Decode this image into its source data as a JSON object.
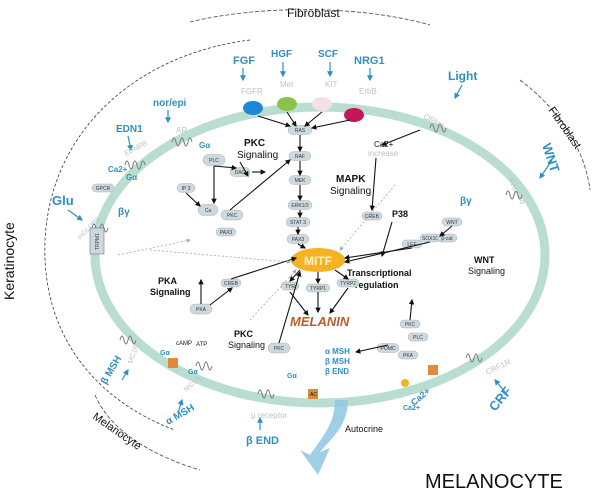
{
  "colors": {
    "membrane": "#b9ddd0",
    "ligand": "#2f8fbf",
    "receptor": "#b9c4c8",
    "node": "#cfd8dc",
    "mitf": "#f5b324",
    "melanin": "#b5602a",
    "arrow_big": "#8ec7e3",
    "channel_box": "#e28a3c"
  },
  "regions": {
    "fibroblast_top": "Fibroblast",
    "fibroblast_right": "Fibroblast",
    "keratinocyte": "Keratinocyte",
    "melanocyte_bottom_left": "Melanocyte",
    "melanocyte_main": "MELANOCYTE"
  },
  "ligands": {
    "fgf": "FGF",
    "hgf": "HGF",
    "scf": "SCF",
    "nrg1": "NRG1",
    "light": "Light",
    "wnt": "WNT",
    "edn1": "EDN1",
    "norlepi": "nor/epi",
    "glu": "Glu",
    "bmsh_left": "β MSH",
    "amsh": "α MSH",
    "bend": "β END",
    "crf": "CRF",
    "ca_ext": "Ca2+"
  },
  "receptors": {
    "fgfr": "FGFR",
    "met": "Met",
    "kit": "KIT",
    "erbb": "ErbB",
    "opn3": "OPN3",
    "frizzled": "Frizzled",
    "ednrb": "EDNRB",
    "ar": "AR",
    "mglur6": "mGLUR6",
    "trpm1": "TRPM1",
    "mc1r_a": "MC1R",
    "mc1r_b": "MC1R",
    "mu_receptor": "μ receptor",
    "crf1r": "CRF1R"
  },
  "nodes": {
    "ras": "RAS",
    "raf": "RAF",
    "mek": "MEK",
    "erk": "ERK1/2",
    "stat3": "STAT 3",
    "pax3": "PAX3",
    "plc_top": "PLC",
    "dag": "DAG",
    "ip3": "IP 3",
    "ca_int": "Ca",
    "pkc_top": "PKC",
    "ga_top": "Gα",
    "ga_left": "Gα",
    "ca2_left": "Ca2+",
    "by_left": "βγ",
    "gpcr_left": "GPCR",
    "ca_increase_1": "Ca2+",
    "ca_increase_2": "increase",
    "p38": "P38",
    "creb_r": "CREB",
    "lef": "LEF",
    "by_right": "βγ",
    "wnt_node": "WNT",
    "b_catenin": "β-cat",
    "sox10": "SOX10",
    "pax3_l": "PAX3",
    "creb_l": "CREB",
    "pka": "PKA",
    "camp": "cAMP",
    "atp": "ATP",
    "ga_pka": "Gα",
    "ga_pka2": "Gα",
    "pkc_bottom": "PKC",
    "ga_bottom": "Gα",
    "pomc": "POMC",
    "pka_right": "PKA",
    "plc_right": "PLC",
    "pkc_right": "PKC",
    "ca2_bottom": "Ca2+",
    "mitf": "MITF",
    "tyr": "TYR",
    "tyrp1": "TYRP1",
    "tyrp2": "TYRP2",
    "melanin": "MELANIN",
    "ac": "AC"
  },
  "pathway_labels": {
    "pkc_top_1": "PKC",
    "pkc_top_2": "Signaling",
    "mapk_1": "MAPK",
    "mapk_2": "Signaling",
    "wnt_1": "WNT",
    "wnt_2": "Signaling",
    "pka_1": "PKA",
    "pka_2": "Signaling",
    "pkc_bot_1": "PKC",
    "pkc_bot_2": "Signaling",
    "tx_1": "Transcriptional",
    "tx_2": "regulation"
  },
  "secreted": {
    "amsh": "α MSH",
    "bmsh": "β MSH",
    "bend": "β END"
  },
  "misc": {
    "autocrine": "Autocrine"
  }
}
